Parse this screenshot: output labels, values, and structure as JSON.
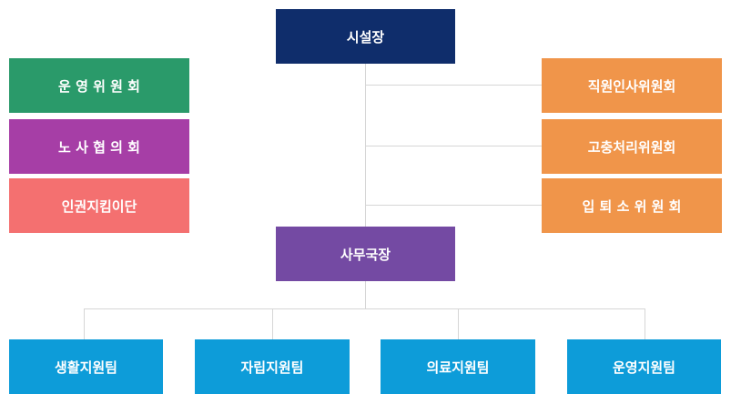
{
  "chart": {
    "director": {
      "label": "시설장",
      "color": "#0f2d6b"
    },
    "secretary_general": {
      "label": "사무국장",
      "color": "#744aa3"
    },
    "left_committees": [
      {
        "label": "운 영 위 원 회",
        "color": "#2a9a6a"
      },
      {
        "label": "노 사 협 의 회",
        "color": "#a63ea6"
      },
      {
        "label": "인권지킴이단",
        "color": "#f47070"
      }
    ],
    "right_committees": [
      {
        "label": "직원인사위원회",
        "color": "#f0954a"
      },
      {
        "label": "고충처리위원회",
        "color": "#f0954a"
      },
      {
        "label": "입 퇴 소 위 원 회",
        "color": "#f0954a"
      }
    ],
    "teams": [
      {
        "label": "생활지원팀",
        "color": "#0d9cd9"
      },
      {
        "label": "자립지원팀",
        "color": "#0d9cd9"
      },
      {
        "label": "의료지원팀",
        "color": "#0d9cd9"
      },
      {
        "label": "운영지원팀",
        "color": "#0d9cd9"
      }
    ]
  }
}
